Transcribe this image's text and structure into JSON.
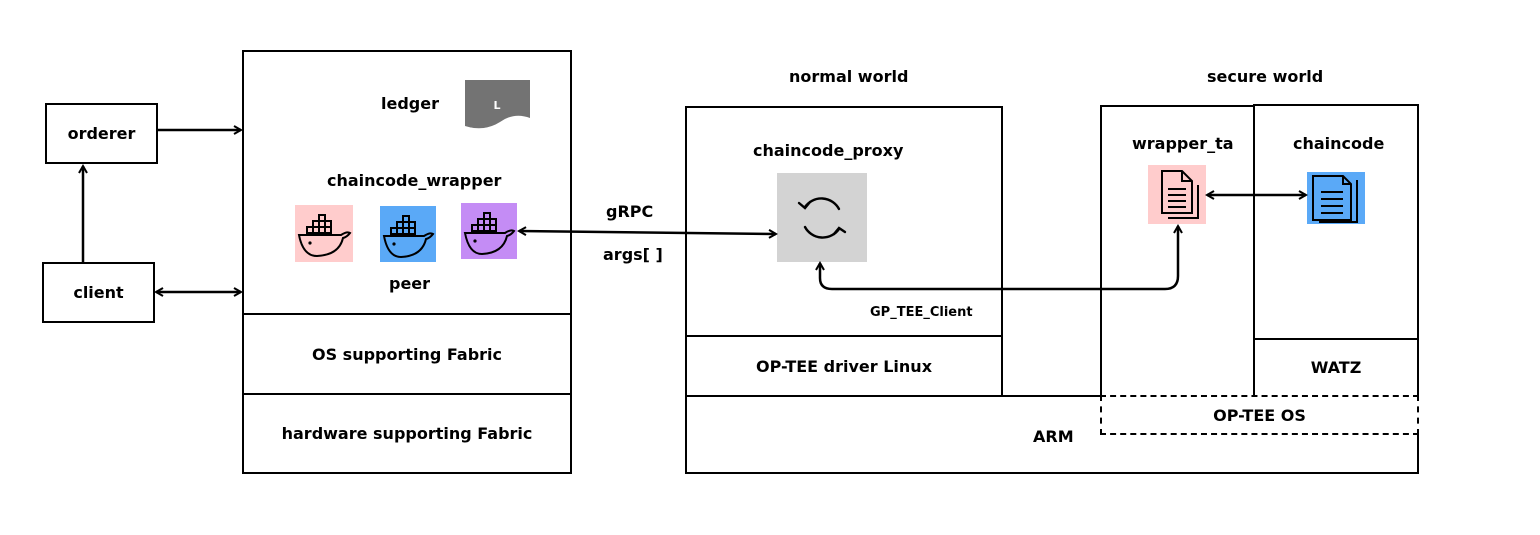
{
  "nodes": {
    "orderer": "orderer",
    "client": "client",
    "ledger": "ledger",
    "ledger_icon_letter": "L",
    "chaincode_wrapper": "chaincode_wrapper",
    "peer": "peer",
    "os_layer": "OS supporting Fabric",
    "hw_layer": "hardware supporting Fabric",
    "normal_world": "normal world",
    "secure_world": "secure world",
    "chaincode_proxy": "chaincode_proxy",
    "gp_tee_client": "GP_TEE_Client",
    "optee_driver": "OP-TEE driver Linux",
    "arm": "ARM",
    "wrapper_ta": "wrapper_ta",
    "chaincode": "chaincode",
    "watz": "WATZ",
    "optee_os": "OP-TEE OS"
  },
  "edges": {
    "grpc": "gRPC",
    "args": "args[ ]"
  },
  "colors": {
    "docker_pink": "#ffcccc",
    "docker_blue": "#5aa9f7",
    "docker_purple": "#c48cf5",
    "sync_bg": "#d3d3d3",
    "doc_pink": "#ffcccc",
    "doc_blue": "#5aa9f7",
    "ledger_gray": "#737373"
  }
}
